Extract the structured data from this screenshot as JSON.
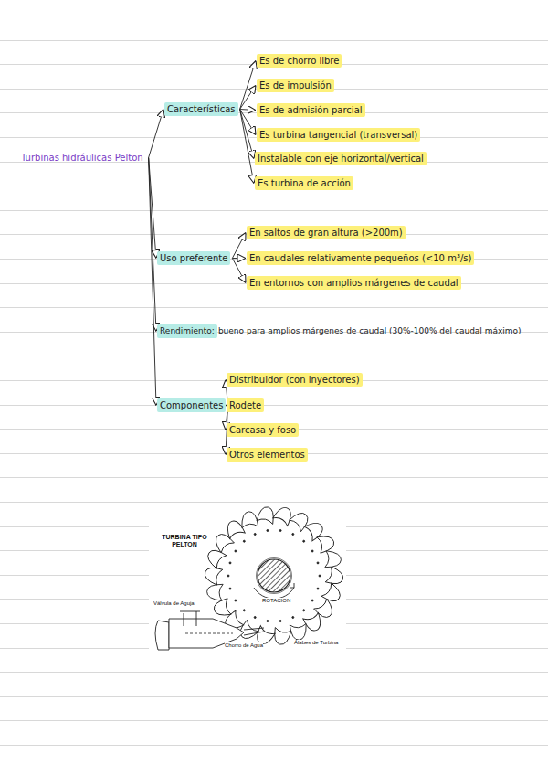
{
  "diagram": {
    "nodes": [
      {
        "text": [
          "Turbinas hidráulicas Pelton"
        ]
      },
      {
        "text": [
          "Características"
        ]
      },
      {
        "text": [
          "Es de chorro libre"
        ]
      },
      {
        "text": [
          "Es de impulsión"
        ]
      },
      {
        "text": [
          "Es de admisión parcial"
        ]
      },
      {
        "text": [
          "Es turbina tangencial (transversal)"
        ]
      },
      {
        "text": [
          "Instalable con eje horizontal/vertical"
        ]
      },
      {
        "text": [
          "Es turbina de acción"
        ]
      },
      {
        "text": [
          "Uso preferente"
        ]
      },
      {
        "text": [
          "En saltos de gran altura (>200m)"
        ]
      },
      {
        "text": [
          "En caudales relativamente pequeños (<10 m³/s)"
        ]
      },
      {
        "text": [
          "En entornos con amplios márgenes de caudal"
        ]
      },
      {
        "text": [
          "Rendimiento:",
          "bueno para amplios márgenes de caudal (30%-100% del caudal máximo)"
        ]
      },
      {
        "text": [
          "Componentes"
        ]
      },
      {
        "text": [
          "Distribuidor (con inyectores)"
        ]
      },
      {
        "text": [
          "Rodete"
        ]
      },
      {
        "text": [
          "Carcasa y foso"
        ]
      },
      {
        "text": [
          "Otros elementos"
        ]
      }
    ],
    "edges": [
      {
        "from": 0,
        "to": 1,
        "arrow": "to"
      },
      {
        "from": 0,
        "to": 8,
        "arrow": "to"
      },
      {
        "from": 0,
        "to": 12,
        "arrow": "to"
      },
      {
        "from": 0,
        "to": 13,
        "arrow": "to"
      },
      {
        "from": 1,
        "to": 2,
        "arrow": "to"
      },
      {
        "from": 1,
        "to": 3,
        "arrow": "to"
      },
      {
        "from": 1,
        "to": 4,
        "arrow": "to"
      },
      {
        "from": 1,
        "to": 5,
        "arrow": "to"
      },
      {
        "from": 1,
        "to": 6,
        "arrow": "to"
      },
      {
        "from": 1,
        "to": 7,
        "arrow": "to"
      },
      {
        "from": 8,
        "to": 9,
        "arrow": "to"
      },
      {
        "from": 8,
        "to": 10,
        "arrow": "to"
      },
      {
        "from": 8,
        "to": 11,
        "arrow": "to"
      },
      {
        "from": 13,
        "to": 14,
        "arrow": "to"
      },
      {
        "from": 13,
        "to": 15,
        "arrow": "to"
      },
      {
        "from": 13,
        "to": 16,
        "arrow": "to"
      },
      {
        "from": 13,
        "to": 17,
        "arrow": "to"
      }
    ],
    "labels": [
      "TURBINA TIPO PELTON",
      "Válvula de Aguja",
      "Chorro de Agua",
      "ROTACION",
      "Álabes de Turbina"
    ]
  }
}
